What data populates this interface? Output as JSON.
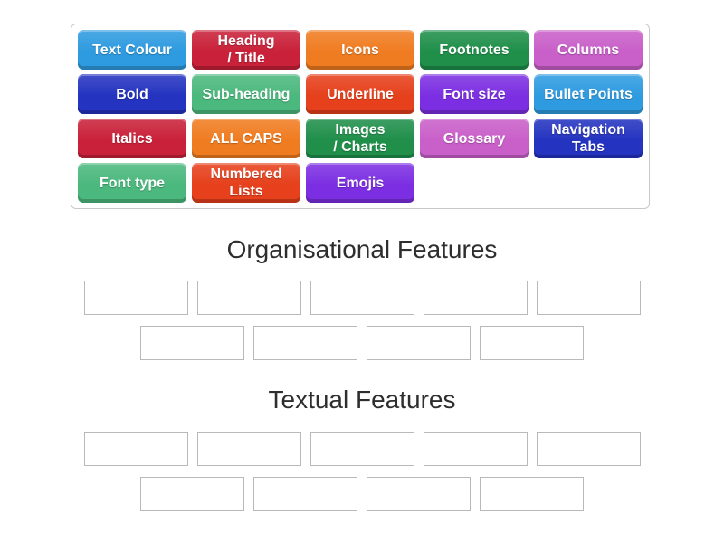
{
  "colors": {
    "lightblue": "#2E9BE0",
    "red": "#C92139",
    "orange": "#F07C21",
    "green": "#1F8F4A",
    "orchid": "#C95FC9",
    "darkblue": "#2433C0",
    "emerald": "#4BB87D",
    "orangered": "#E6401C",
    "purple": "#7C2FE2",
    "tile_text": "#ffffff",
    "slot_border": "#b9b9b9",
    "tray_border": "#c9c9c9",
    "title_text": "#2e2e2e",
    "background": "#ffffff"
  },
  "tray": {
    "tiles": [
      {
        "label": "Text Colour",
        "color": "lightblue"
      },
      {
        "label": "Heading\n/ Title",
        "color": "red"
      },
      {
        "label": "Icons",
        "color": "orange"
      },
      {
        "label": "Footnotes",
        "color": "green"
      },
      {
        "label": "Columns",
        "color": "orchid"
      },
      {
        "label": "Bold",
        "color": "darkblue"
      },
      {
        "label": "Sub-heading",
        "color": "emerald"
      },
      {
        "label": "Underline",
        "color": "orangered"
      },
      {
        "label": "Font size",
        "color": "purple"
      },
      {
        "label": "Bullet Points",
        "color": "lightblue"
      },
      {
        "label": "Italics",
        "color": "red"
      },
      {
        "label": "ALL CAPS",
        "color": "orange"
      },
      {
        "label": "Images\n/ Charts",
        "color": "green"
      },
      {
        "label": "Glossary",
        "color": "orchid"
      },
      {
        "label": "Navigation\nTabs",
        "color": "darkblue"
      },
      {
        "label": "Font type",
        "color": "emerald"
      },
      {
        "label": "Numbered\nLists",
        "color": "orangered"
      },
      {
        "label": "Emojis",
        "color": "purple"
      }
    ]
  },
  "groups": [
    {
      "title": "Organisational Features",
      "slot_rows": [
        5,
        4
      ]
    },
    {
      "title": "Textual Features",
      "slot_rows": [
        5,
        4
      ]
    }
  ]
}
